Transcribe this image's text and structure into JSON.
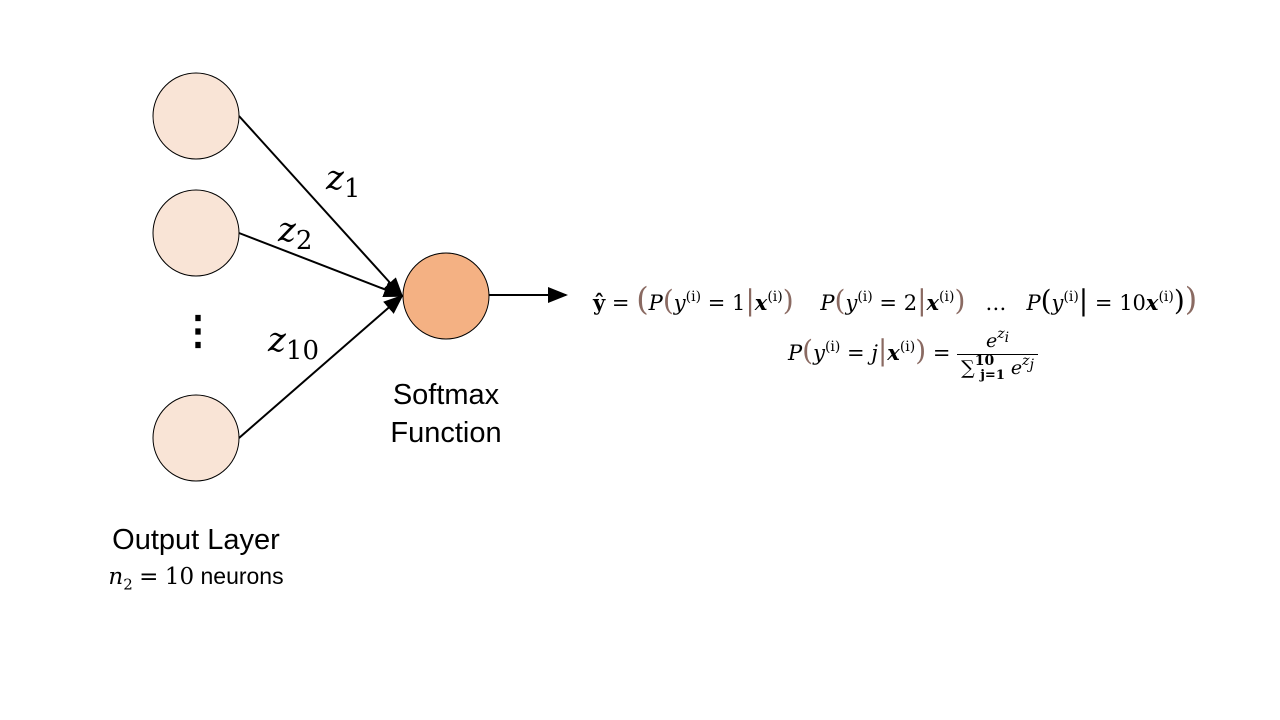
{
  "layer_label": "Output Layer",
  "neuron_count": {
    "var": "n",
    "sub": "2",
    "equals": "=",
    "value": "10",
    "word": "neurons"
  },
  "softmax_label": [
    "Softmax",
    "Function"
  ],
  "edges": [
    {
      "var": "z",
      "sub": "1"
    },
    {
      "var": "z",
      "sub": "2"
    },
    {
      "var": "z",
      "sub": "10"
    }
  ],
  "dots": "⋮",
  "colors": {
    "neuron": "#f9e4d6",
    "softmax": "#f4b183",
    "paren": "#8a6a62"
  },
  "eq1": {
    "yhat": "ŷ",
    "eq": "=",
    "P": "P",
    "y": "y",
    "sup": "(i)",
    "x": "x",
    "ellipsis": "…",
    "vals": [
      "1",
      "2",
      "10"
    ]
  },
  "eq2": {
    "P": "P",
    "y": "y",
    "sup": "(i)",
    "eq": "=",
    "j": "j",
    "x": "x",
    "num": "e",
    "num_sup": "z",
    "num_sup_sub": "i",
    "den_sum": "∑",
    "den_sup": "10",
    "den_sub": "j=1",
    "den_e": "e",
    "den_e_sup": "z",
    "den_e_sup_sub": "j"
  }
}
